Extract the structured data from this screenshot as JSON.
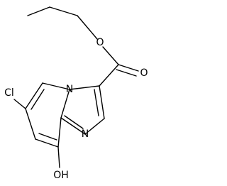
{
  "molecule": {
    "atoms": {
      "ester_o": "O",
      "carbonyl_o": "O",
      "chloro": "Cl",
      "bridge_n": "N",
      "ring_n": "N",
      "hydroxyl": "OH"
    },
    "colors": {
      "bond": "#000000",
      "label": "#000000",
      "background": "#ffffff"
    }
  }
}
